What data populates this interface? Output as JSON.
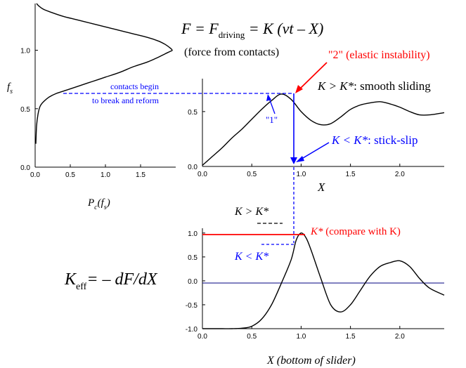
{
  "equations": {
    "force_main": "F = F",
    "force_sub": "driving",
    "force_rhs": " = K (vt – X)",
    "force_caption": "(force from contacts)",
    "keff_main": "K",
    "keff_sub": "eff",
    "keff_rhs": "= – dF/dX"
  },
  "annotations": {
    "elastic_instability": "\"2\" (elastic instability)",
    "smooth_sliding_lhs": "K > K*",
    "smooth_sliding_rhs": ": smooth sliding",
    "stick_slip_lhs": "K < K*",
    "stick_slip_rhs": ": stick-slip",
    "label_1": "\"1\"",
    "contacts_line1": "contacts begin",
    "contacts_line2": "to break and reform",
    "kstar_label": "K*",
    "kstar_compare": " (compare with K)",
    "legend_greater": "K > K*",
    "legend_less": "K < K*"
  },
  "colors": {
    "red": "#ff0000",
    "blue": "#0000ff",
    "navy": "#000080",
    "black": "#000000"
  },
  "chart_data": [
    {
      "id": "distribution",
      "type": "line",
      "xlabel_main": "P",
      "xlabel_sub": "c",
      "xlabel_arg": "(f",
      "xlabel_arg_sub": "s",
      "xlabel_close": ")",
      "ylabel_main": "f",
      "ylabel_sub": "s",
      "xlim": [
        0,
        2.0
      ],
      "ylim": [
        0,
        1.4
      ],
      "xticks": [
        "0.0",
        "0.5",
        "1.0",
        "1.5"
      ],
      "xtick_values": [
        0,
        0.5,
        1.0,
        1.5
      ],
      "yticks": [
        "0.0",
        "0.5",
        "1.0"
      ],
      "ytick_values": [
        0,
        0.5,
        1.0
      ],
      "series": [
        {
          "x": [
            0.01,
            0.02,
            0.04,
            0.07,
            0.12,
            0.2,
            0.3,
            0.45,
            0.6,
            0.8,
            1.0,
            1.2,
            1.4,
            1.6,
            1.75,
            1.85,
            1.92,
            1.95,
            1.92,
            1.85,
            1.75,
            1.6,
            1.4,
            1.2,
            1.0,
            0.8,
            0.6,
            0.4,
            0.25,
            0.12,
            0.05,
            0.02
          ],
          "y": [
            0.2,
            0.35,
            0.45,
            0.52,
            0.56,
            0.6,
            0.63,
            0.66,
            0.69,
            0.73,
            0.77,
            0.81,
            0.86,
            0.9,
            0.94,
            0.97,
            0.99,
            1.0,
            1.02,
            1.05,
            1.08,
            1.11,
            1.14,
            1.17,
            1.2,
            1.23,
            1.26,
            1.29,
            1.32,
            1.35,
            1.38,
            1.4
          ]
        }
      ],
      "threshold_y": 0.66
    },
    {
      "id": "force",
      "type": "line",
      "xlabel": "X",
      "xlim": [
        0,
        2.45
      ],
      "ylim": [
        0,
        0.8
      ],
      "xticks": [
        "0.0",
        "0.5",
        "1.0",
        "1.5",
        "2.0"
      ],
      "xtick_values": [
        0,
        0.5,
        1.0,
        1.5,
        2.0
      ],
      "yticks": [
        "0.0",
        "0.5"
      ],
      "ytick_values": [
        0,
        0.5
      ],
      "series": [
        {
          "x": [
            0,
            0.1,
            0.2,
            0.3,
            0.4,
            0.5,
            0.6,
            0.7,
            0.8,
            0.9,
            1.0,
            1.1,
            1.2,
            1.3,
            1.4,
            1.5,
            1.6,
            1.7,
            1.8,
            1.9,
            2.0,
            2.1,
            2.2,
            2.3,
            2.45
          ],
          "y": [
            0.01,
            0.09,
            0.17,
            0.26,
            0.34,
            0.43,
            0.52,
            0.6,
            0.66,
            0.61,
            0.5,
            0.42,
            0.38,
            0.39,
            0.45,
            0.52,
            0.56,
            0.58,
            0.59,
            0.57,
            0.54,
            0.5,
            0.47,
            0.47,
            0.49
          ]
        }
      ],
      "threshold_y": 0.66,
      "drop_x": 0.93
    },
    {
      "id": "keff",
      "type": "line",
      "xlabel": "X (bottom of slider)",
      "xlim": [
        0,
        2.45
      ],
      "ylim": [
        -1.0,
        1.1
      ],
      "xticks": [
        "0.0",
        "0.5",
        "1.0",
        "1.5",
        "2.0"
      ],
      "xtick_values": [
        0,
        0.5,
        1.0,
        1.5,
        2.0
      ],
      "yticks": [
        "1.0",
        "0.5",
        "0.0",
        "-0.5",
        "-1.0"
      ],
      "ytick_values": [
        1.0,
        0.5,
        0.0,
        -0.5,
        -1.0
      ],
      "series": [
        {
          "x": [
            0,
            0.1,
            0.2,
            0.3,
            0.4,
            0.5,
            0.6,
            0.7,
            0.8,
            0.9,
            0.95,
            1.0,
            1.05,
            1.1,
            1.2,
            1.3,
            1.4,
            1.5,
            1.6,
            1.7,
            1.8,
            1.9,
            2.0,
            2.1,
            2.2,
            2.3,
            2.45
          ],
          "y": [
            -1.0,
            -1.0,
            -1.0,
            -1.0,
            -0.99,
            -0.95,
            -0.8,
            -0.5,
            -0.05,
            0.45,
            0.85,
            1.0,
            0.9,
            0.65,
            0.05,
            -0.5,
            -0.65,
            -0.5,
            -0.2,
            0.1,
            0.3,
            0.38,
            0.42,
            0.3,
            0.05,
            -0.15,
            -0.3
          ]
        }
      ],
      "kstar_y": 1.02,
      "kless_y": 0.82
    }
  ]
}
